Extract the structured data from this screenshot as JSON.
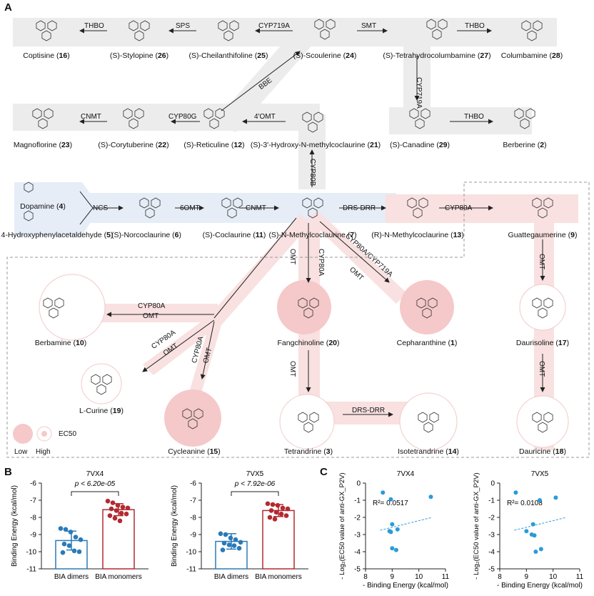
{
  "panels": {
    "a": "A",
    "b": "B",
    "c": "C"
  },
  "compounds": {
    "coptisine": {
      "name": "Coptisine",
      "num": "16"
    },
    "stylopine": {
      "name": "(S)-Stylopine",
      "num": "26"
    },
    "cheilanthifoline": {
      "name": "(S)-Cheilanthifoline",
      "num": "25"
    },
    "scoulerine": {
      "name": "(S)-Scoulerine",
      "num": "24"
    },
    "tetrahydrocolumbamine": {
      "name": "(S)-Tetrahydrocolumbamine",
      "num": "27"
    },
    "columbamine": {
      "name": "Columbamine",
      "num": "28"
    },
    "magnoflorine": {
      "name": "Magnoflorine",
      "num": "23"
    },
    "corytuberine": {
      "name": "(S)-Corytuberine",
      "num": "22"
    },
    "reticuline": {
      "name": "(S)-Reticuline",
      "num": "12"
    },
    "hydroxymethylcoclaurine": {
      "name": "(S)-3'-Hydroxy-N-methylcoclaurine",
      "num": "21"
    },
    "canadine": {
      "name": "(S)-Canadine",
      "num": "29"
    },
    "berberine": {
      "name": "Berberine",
      "num": "2"
    },
    "dopamine": {
      "name": "Dopamine",
      "num": "4"
    },
    "hpaa": {
      "name": "4-Hydroxyphenylacetaldehyde",
      "num": "5"
    },
    "norcoclaurine": {
      "name": "(S)-Norcoclaurine",
      "num": "6"
    },
    "coclaurine": {
      "name": "(S)-Coclaurine",
      "num": "11"
    },
    "nmethylcoclaurine": {
      "name": "(S)-N-Methylcoclaurine",
      "num": "7"
    },
    "rnmethylcoclaurine": {
      "name": "(R)-N-Methylcoclaurine",
      "num": "13"
    },
    "guattegaumerine": {
      "name": "Guattegaumerine",
      "num": "9"
    },
    "berbamine": {
      "name": "Berbamine",
      "num": "10"
    },
    "fangchinoline": {
      "name": "Fangchinoline",
      "num": "20"
    },
    "cepharanthine": {
      "name": "Cepharanthine",
      "num": "1"
    },
    "daurisoline": {
      "name": "Daurisoline",
      "num": "17"
    },
    "curine": {
      "name": "L-Curine",
      "num": "19"
    },
    "cycleanine": {
      "name": "Cycleanine",
      "num": "15"
    },
    "tetrandrine": {
      "name": "Tetrandrine",
      "num": "3"
    },
    "isotetrandrine": {
      "name": "Isotetrandrine",
      "num": "14"
    },
    "dauricine": {
      "name": "Dauricine",
      "num": "18"
    }
  },
  "enzymes": {
    "thbo1": "THBO",
    "sps": "SPS",
    "cyp719a_1": "CYP719A",
    "smt": "SMT",
    "thbo2": "THBO",
    "cyp719a_2": "CYP719A",
    "bbe": "BBE",
    "cnmt1": "CNMT",
    "cyp80g": "CYP80G",
    "omt4": "4'OMT",
    "thbo3": "THBO",
    "cyp80b": "CYP80B",
    "ncs": "NCS",
    "omt6": "6OMT",
    "cnmt2": "CNMT",
    "drsdrr1": "DRS-DRR",
    "cyp80a_1": "CYP80A",
    "omt_a": "OMT",
    "cyp80a_b": "CYP80A",
    "cyp80a719a": "CYP80A/CYP719A",
    "omt_c": "OMT",
    "cyp80a_2": "CYP80A",
    "omt_2": "OMT",
    "omt_d": "OMT",
    "cyp80a_3": "CYP80A",
    "omt_3": "OMT",
    "cyp80a_4": "CYP80A",
    "omt_4": "OMT",
    "omt_e": "OMT",
    "drsdrr2": "DRS-DRR",
    "omt_f": "OMT"
  },
  "legend": {
    "title": "EC50",
    "low": "Low",
    "high": "High"
  },
  "chart_data": [
    {
      "type": "bar",
      "title": "7VX4",
      "ylabel": "Binding Energy (kcal/mol)",
      "categories": [
        "BIA dimers",
        "BIA monomers"
      ],
      "values": [
        -9.35,
        -7.55
      ],
      "errors": [
        0.55,
        0.35
      ],
      "ylim": [
        -6,
        -11
      ],
      "yticks": [
        -6,
        -7,
        -8,
        -9,
        -10,
        -11
      ],
      "pvalue": "p <  6.20e-05",
      "points": [
        [
          -8.65,
          -8.7,
          -8.85,
          -9.15,
          -9.3,
          -9.55,
          -9.65,
          -9.95,
          -10.0,
          -10.05
        ],
        [
          -7.05,
          -7.15,
          -7.3,
          -7.4,
          -7.45,
          -7.5,
          -7.6,
          -7.75,
          -7.8,
          -7.9,
          -8.05,
          -8.2
        ]
      ],
      "colors": [
        "#2a7ab8",
        "#b22a30"
      ]
    },
    {
      "type": "bar",
      "title": "7VX5",
      "ylabel": "Binding Energy (kcal/mol)",
      "categories": [
        "BIA dimers",
        "BIA monomers"
      ],
      "values": [
        -9.4,
        -7.6
      ],
      "errors": [
        0.45,
        0.35
      ],
      "ylim": [
        -6,
        -11
      ],
      "yticks": [
        -6,
        -7,
        -8,
        -9,
        -10,
        -11
      ],
      "pvalue": "p < 7.92e-06",
      "points": [
        [
          -8.95,
          -9.0,
          -9.2,
          -9.3,
          -9.45,
          -9.5,
          -9.6,
          -9.65,
          -9.8,
          -9.9
        ],
        [
          -7.2,
          -7.25,
          -7.3,
          -7.45,
          -7.5,
          -7.6,
          -7.7,
          -7.8,
          -7.9,
          -8.0,
          -8.1
        ]
      ],
      "colors": [
        "#2a7ab8",
        "#b22a30"
      ]
    },
    {
      "type": "scatter",
      "title": "7VX4",
      "xlabel": "- Binding Energy (kcal/mol)",
      "ylabel": "- Log₂(EC50 value of  anti-GX_P2V)",
      "xlim": [
        8,
        11
      ],
      "ylim": [
        0,
        -5
      ],
      "xticks": [
        8,
        9,
        10,
        11
      ],
      "yticks": [
        0,
        -1,
        -2,
        -3,
        -4,
        -5
      ],
      "r2": "R²= 0.0517",
      "x": [
        8.65,
        8.95,
        9.0,
        8.9,
        8.95,
        9.0,
        9.15,
        9.2,
        10.45
      ],
      "y": [
        -0.55,
        -0.95,
        -2.4,
        -2.8,
        -2.85,
        -3.8,
        -3.9,
        -2.7,
        -0.8
      ],
      "color": "#2b9bd8"
    },
    {
      "type": "scatter",
      "title": "7VX5",
      "xlabel": "- Binding Energy (kcal/mol)",
      "ylabel": "- Log₂(EC50 value of  anti-GX_P2V)",
      "xlim": [
        8,
        11
      ],
      "ylim": [
        0,
        -5
      ],
      "xticks": [
        8,
        9,
        10,
        11
      ],
      "yticks": [
        0,
        -1,
        -2,
        -3,
        -4,
        -5
      ],
      "r2": "R²= 0.0108",
      "x": [
        8.6,
        9.0,
        9.2,
        9.25,
        9.3,
        9.35,
        9.5,
        9.55,
        10.1
      ],
      "y": [
        -0.55,
        -2.8,
        -3.0,
        -2.4,
        -3.05,
        -4.0,
        -1.0,
        -3.85,
        -0.85
      ],
      "color": "#2b9bd8"
    }
  ]
}
